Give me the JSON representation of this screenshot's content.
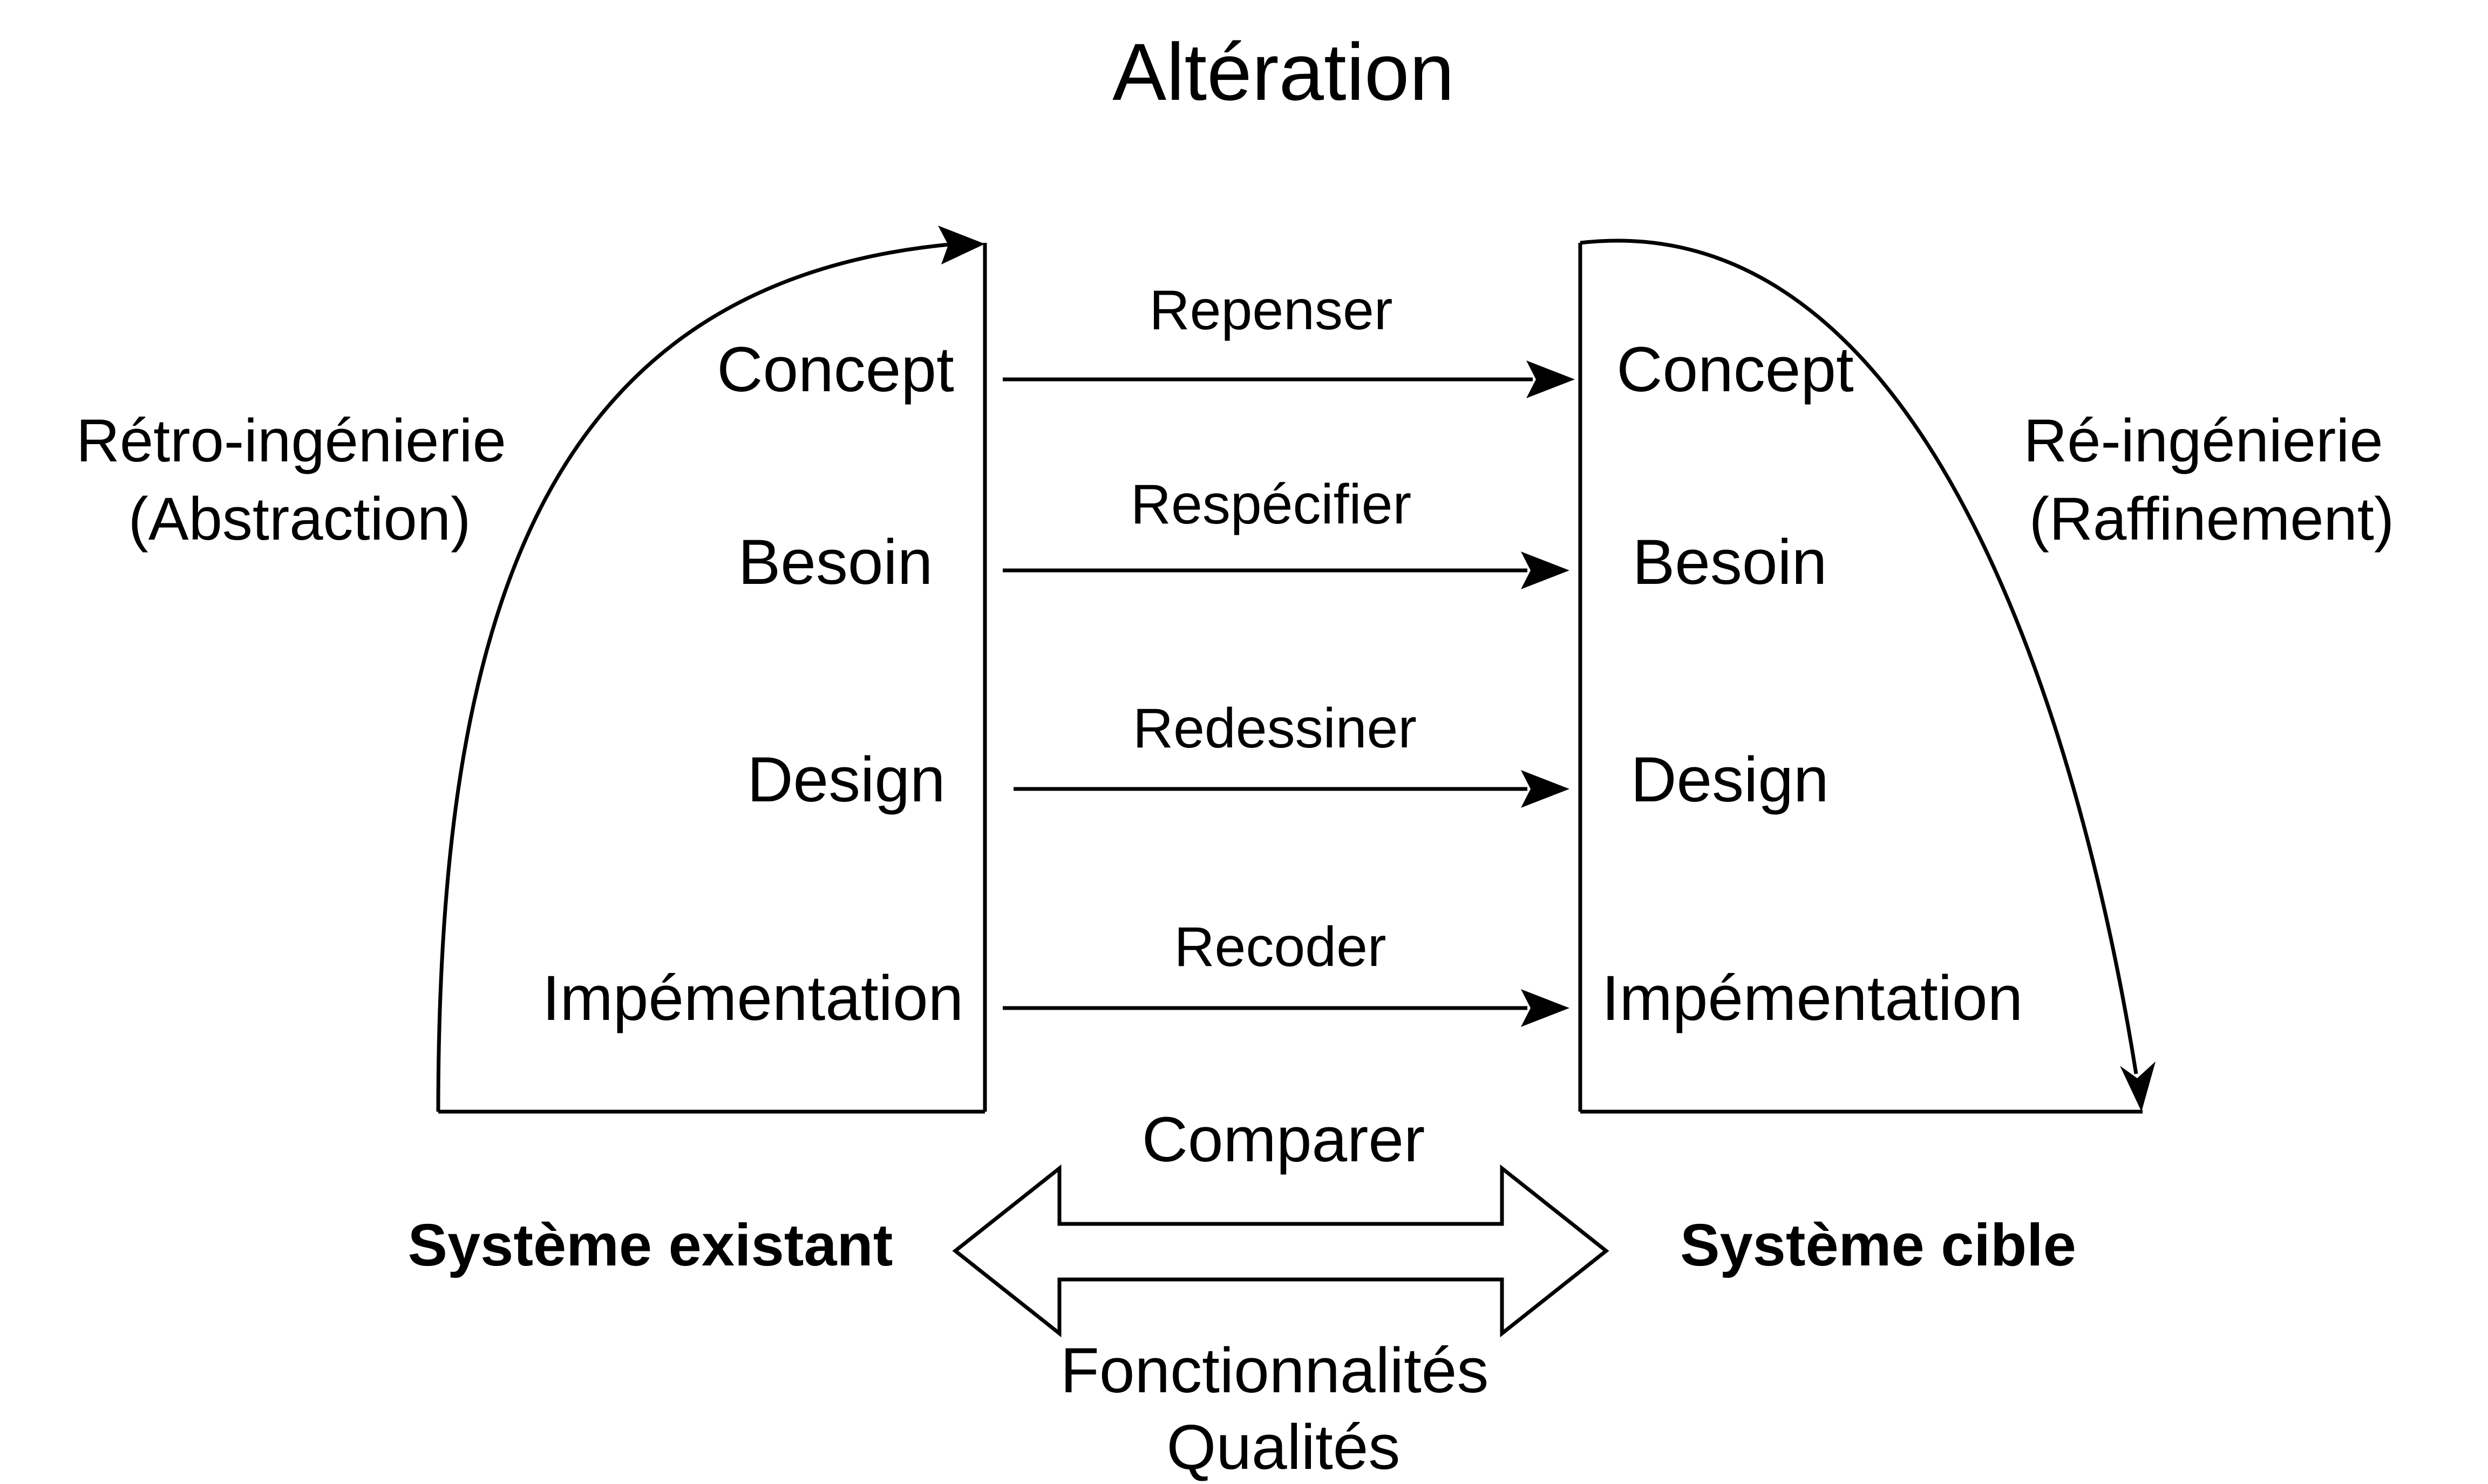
{
  "title": "Altération",
  "existing_system": {
    "label": "Système existant",
    "levels": [
      "Concept",
      "Besoin",
      "Design",
      "Impémentation"
    ]
  },
  "target_system": {
    "label": "Système cible",
    "levels": [
      "Concept",
      "Besoin",
      "Design",
      "Impémentation"
    ]
  },
  "reverse_engineering": {
    "line1": "Rétro-ingénierie",
    "line2": "(Abstraction)"
  },
  "reengineering": {
    "line1": "Ré-ingénierie",
    "line2": "(Raffinement)"
  },
  "transformations": [
    "Repenser",
    "Respécifier",
    "Redessiner",
    "Recoder"
  ],
  "comparison": {
    "label": "Comparer",
    "line1": "Fonctionnalités",
    "line2": "Qualités"
  }
}
